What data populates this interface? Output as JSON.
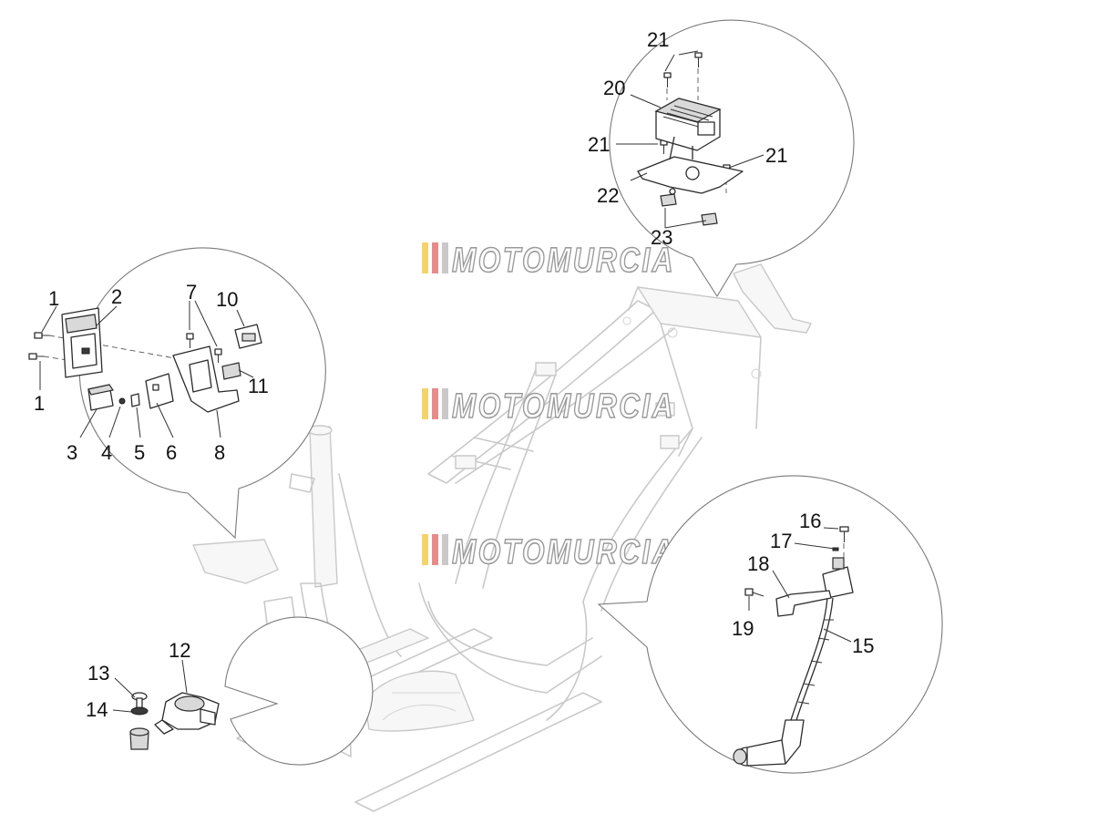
{
  "watermark": {
    "text": "MOTOMURCIA",
    "stripe_colors": [
      "#f3d36b",
      "#e88a8a",
      "#c9c9c9"
    ]
  },
  "callouts": {
    "c1a": "1",
    "c1b": "1",
    "c2": "2",
    "c3": "3",
    "c4": "4",
    "c5": "5",
    "c6": "6",
    "c7": "7",
    "c8": "8",
    "c10": "10",
    "c11": "11",
    "c12": "12",
    "c13": "13",
    "c14": "14",
    "c15": "15",
    "c16": "16",
    "c17": "17",
    "c18": "18",
    "c19": "19",
    "c20": "20",
    "c21a": "21",
    "c21b": "21",
    "c21c": "21",
    "c22": "22",
    "c23": "23"
  }
}
